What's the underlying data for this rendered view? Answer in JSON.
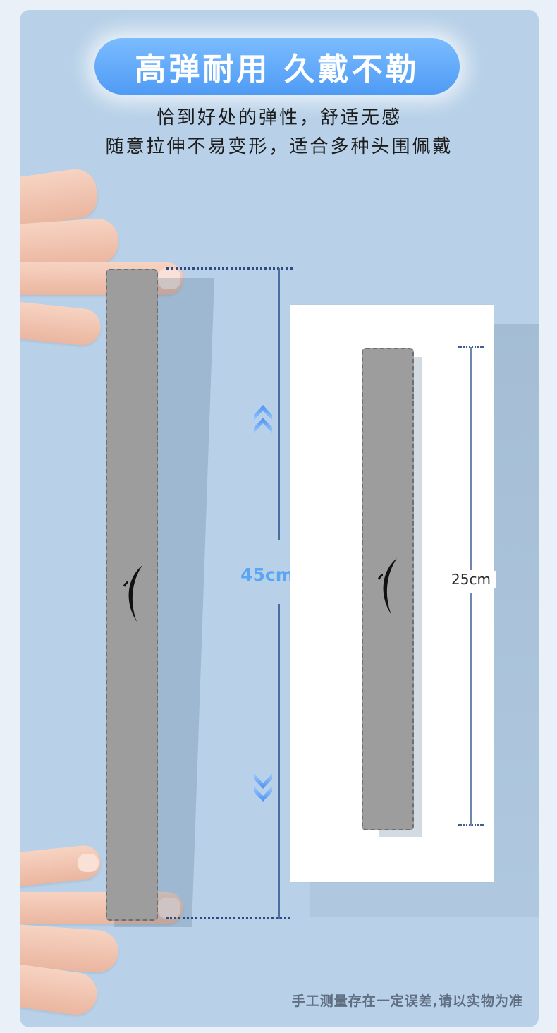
{
  "header": {
    "title": "高弹耐用 久戴不勒",
    "subtitle_line1": "恰到好处的弹性，舒适无感",
    "subtitle_line2": "随意拉伸不易变形，适合多种头围佩戴"
  },
  "measurements": {
    "stretched_label": "45cm",
    "relaxed_label": "25cm"
  },
  "footer": {
    "note": "手工测量存在一定误差,请以实物为准"
  },
  "colors": {
    "background": "#b8d1e8",
    "accent_blue": "#5aa6f5",
    "band_gray": "#9d9d9d"
  },
  "icons": [
    "double-chevron-up-icon",
    "double-chevron-down-icon",
    "brand-swoosh-icon"
  ]
}
